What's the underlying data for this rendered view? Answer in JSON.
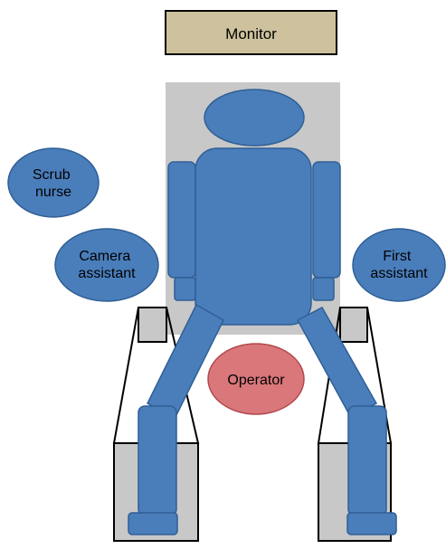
{
  "labels": {
    "monitor": "Monitor",
    "scrub_nurse": [
      "Scrub",
      "nurse"
    ],
    "camera_assistant": [
      "Camera",
      "assistant"
    ],
    "first_assistant": [
      "First",
      "assistant"
    ],
    "operator": "Operator"
  },
  "colors": {
    "monitor_fill": "#cdc29d",
    "table_fill": "#c8c8c8",
    "body_fill": "#4a7ebb",
    "body_stroke": "#2f5f95",
    "operator_fill": "#d9777b",
    "operator_stroke": "#b34a4f",
    "outline": "#000000"
  }
}
